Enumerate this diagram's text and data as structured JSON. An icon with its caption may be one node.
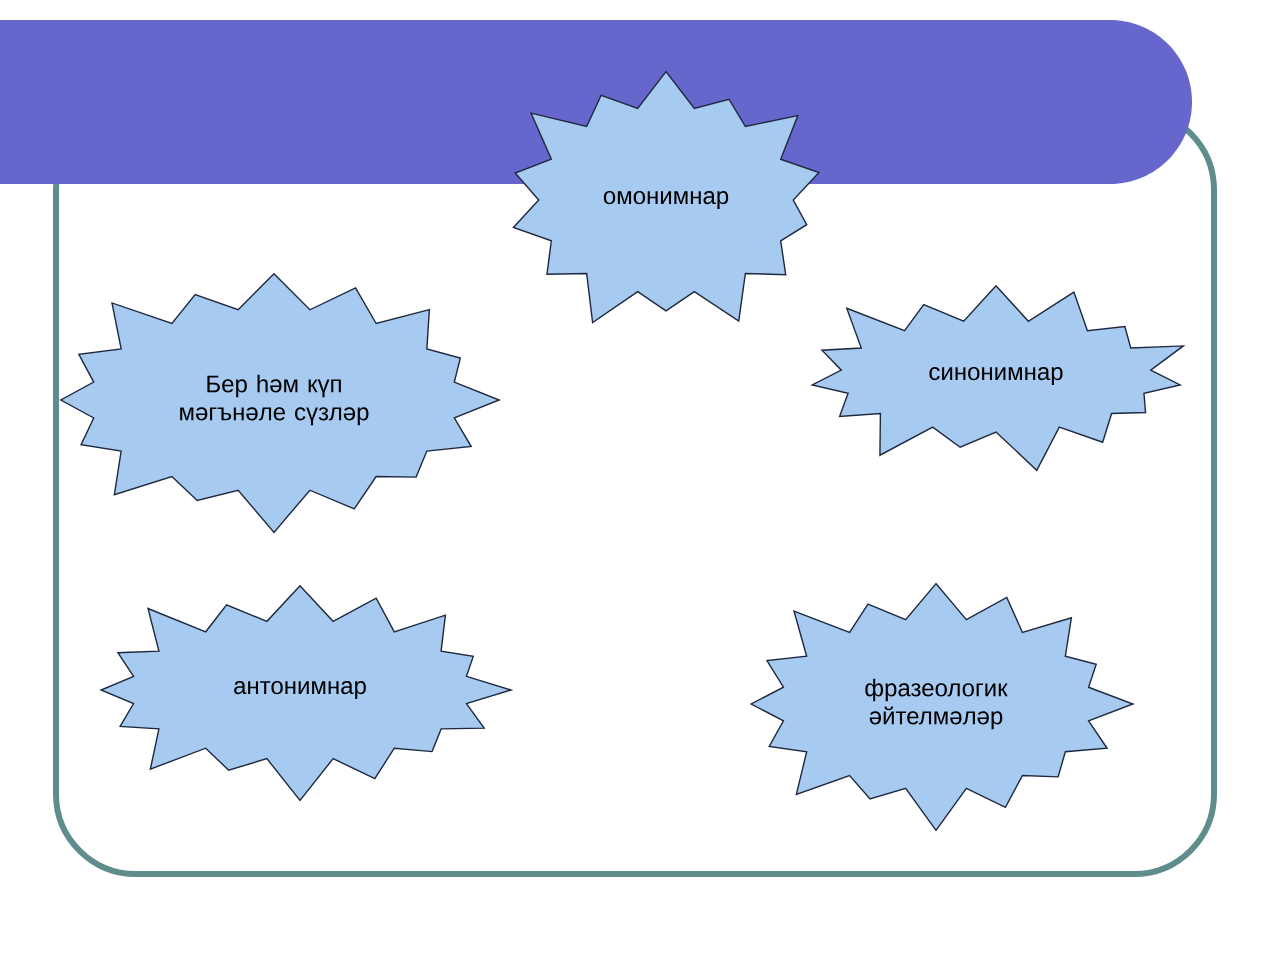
{
  "diagram": {
    "nodes": [
      {
        "text": [
          "омонимнар"
        ]
      },
      {
        "text": [
          "Бер һәм күп мәгънәле сүзләр"
        ]
      },
      {
        "text": [
          "синонимнар"
        ]
      },
      {
        "text": [
          "антонимнар"
        ]
      },
      {
        "text": [
          "фразеологик әйтелмәләр"
        ]
      }
    ]
  }
}
